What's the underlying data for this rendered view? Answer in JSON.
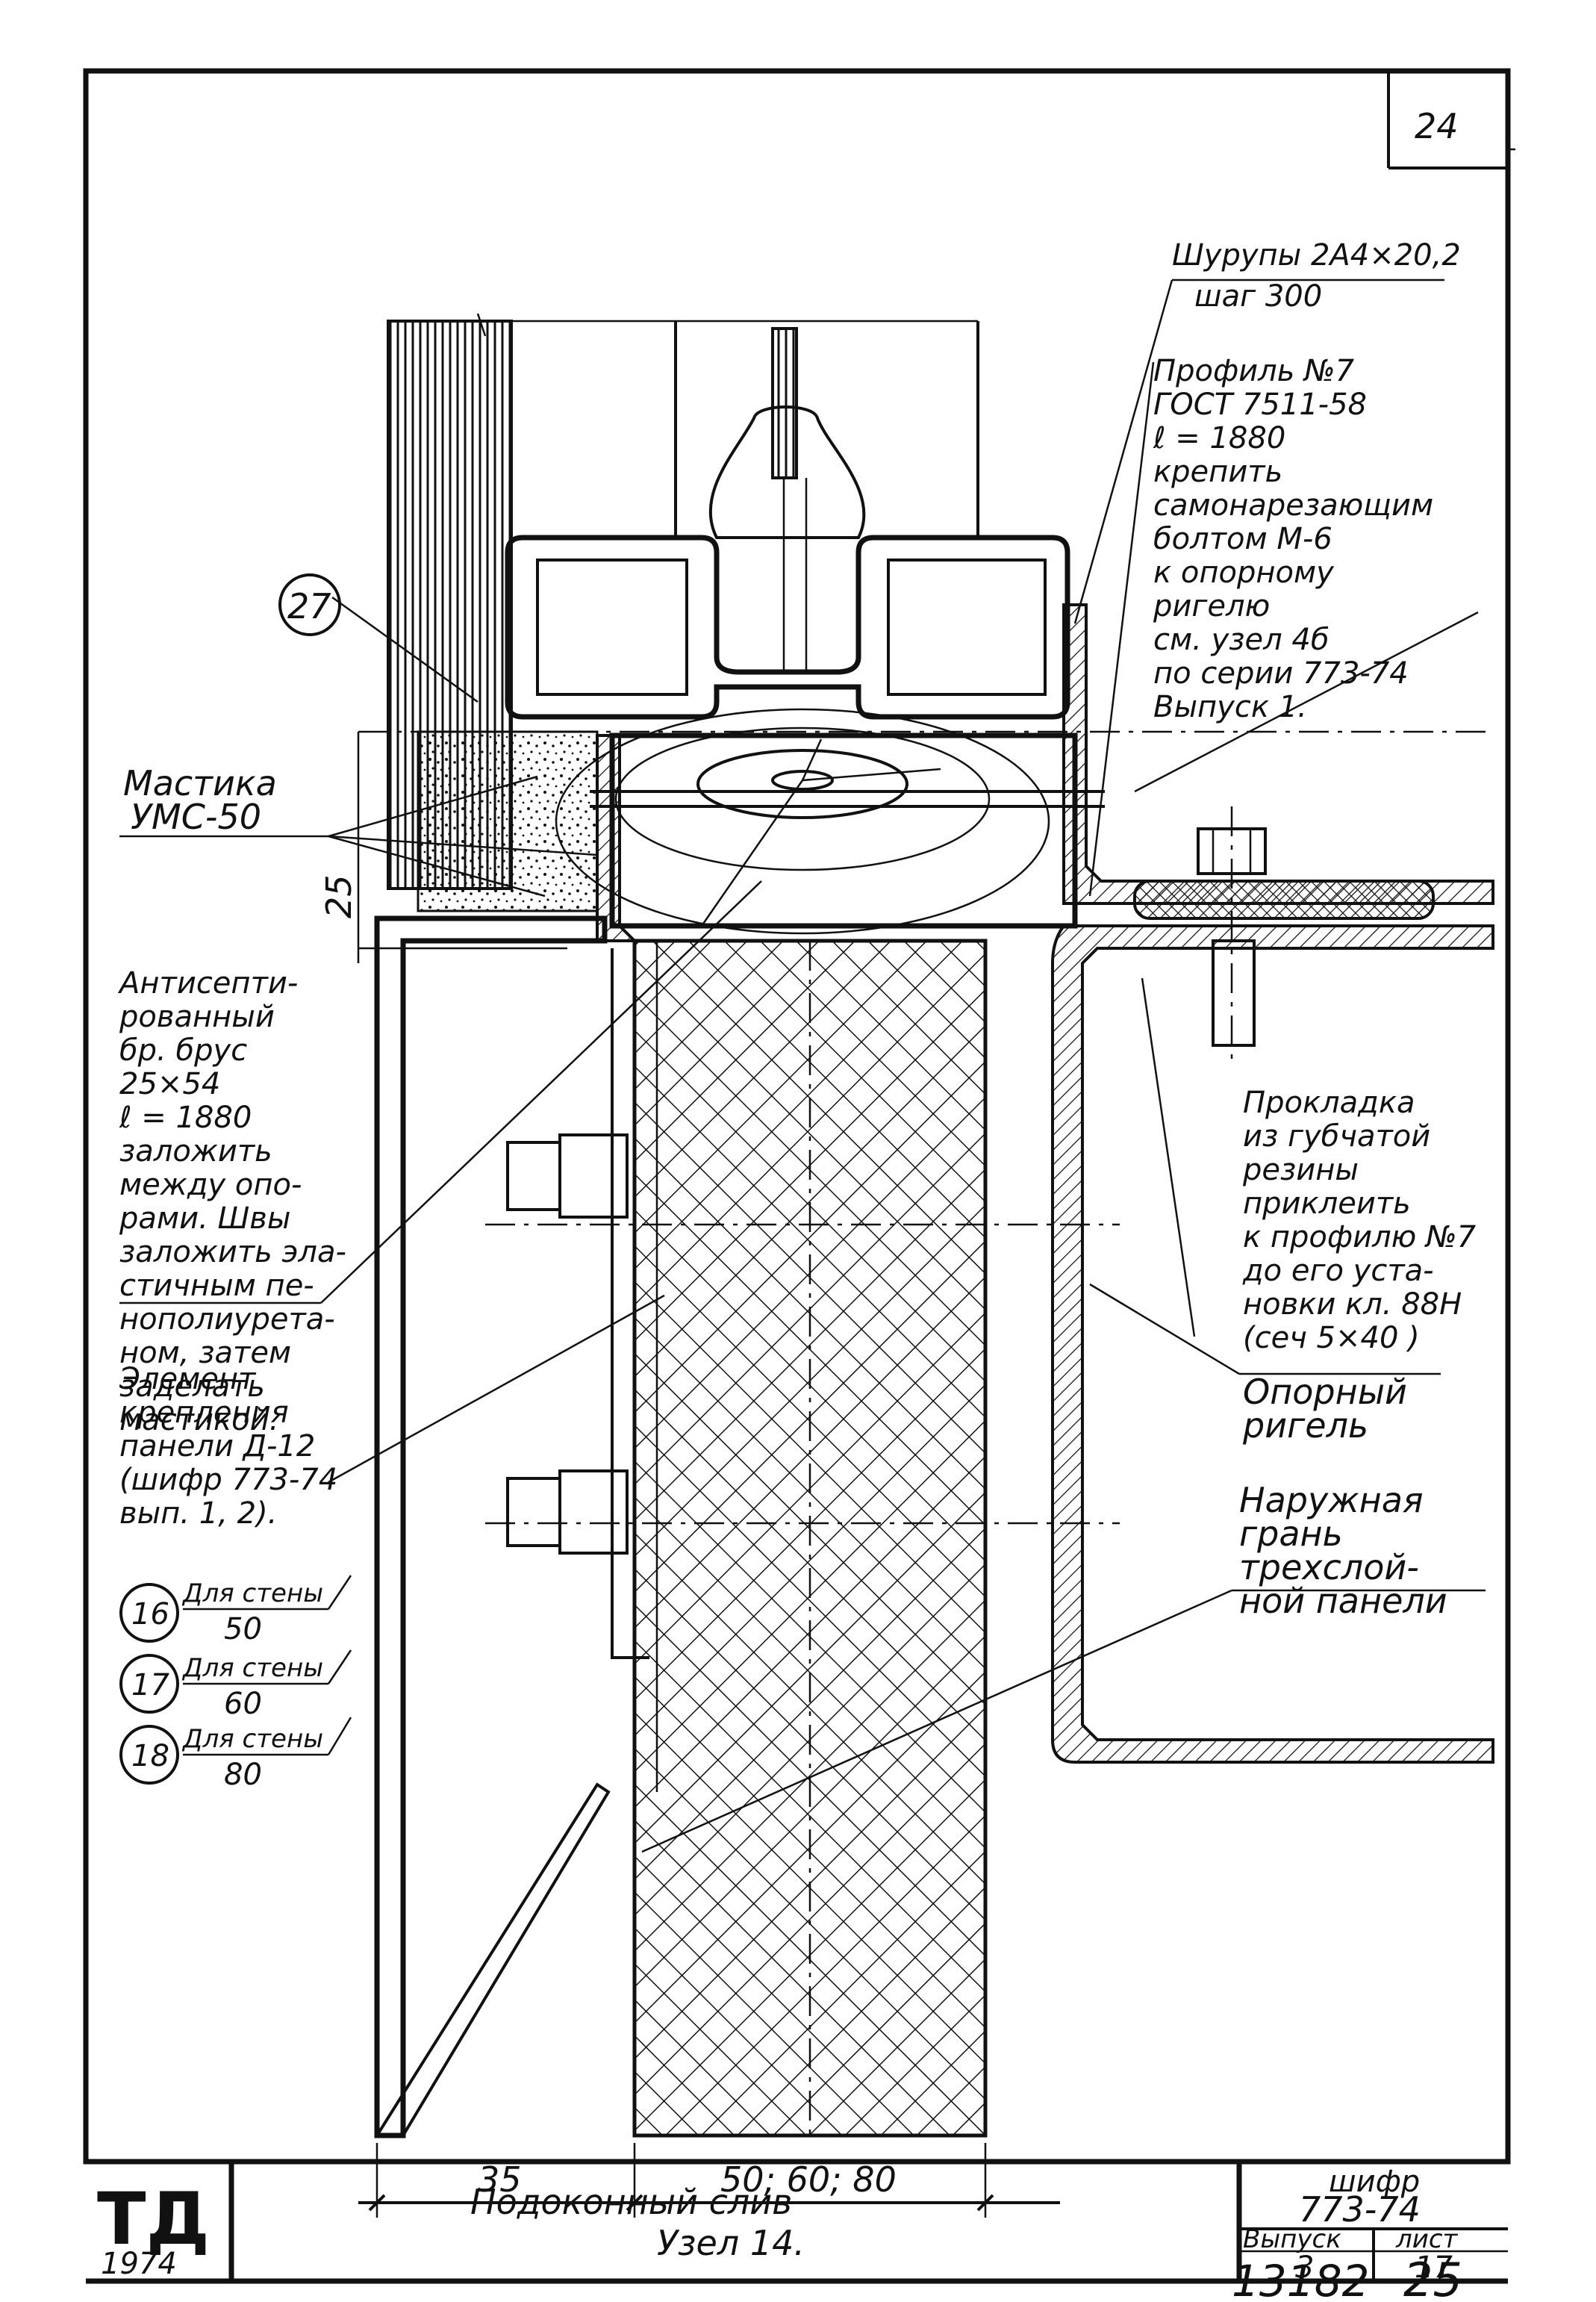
{
  "sheet": {
    "page_number": "24",
    "footer_number": "13182",
    "footer_page": "25"
  },
  "annotations": {
    "screws": [
      "Шурупы 2А4×20,2",
      "шаг 300"
    ],
    "profile": [
      "Профиль №7",
      "ГОСТ 7511-58",
      "ℓ = 1880",
      "крепить",
      "самонарезающим",
      "болтом М-6",
      "к опорному",
      "ригелю",
      "см. узел 4б",
      "по серии 773-74",
      "Выпуск 1."
    ],
    "mastic": [
      "Мастика",
      "УМС-50"
    ],
    "antiseptic": [
      "Антисепти-",
      "рованный",
      "бр. брус",
      "25×54",
      "ℓ = 1880",
      "заложить",
      "между опо-",
      "рами. Швы",
      "заложить эла-",
      "стичным пе-",
      "нополиурета-",
      "ном, затем",
      "заделать",
      "мастикой."
    ],
    "element": [
      "Элемент",
      "крепления",
      "панели Д-12",
      "(шифр 773-74",
      "вып. 1, 2)."
    ],
    "gasket": [
      "Прокладка",
      "из губчатой",
      "резины",
      "приклеить",
      "к профилю №7",
      "до его уста-",
      "новки кл. 88Н",
      "(сеч 5×40 )"
    ],
    "girder": [
      "Опорный",
      "ригель"
    ],
    "outer_face": [
      "Наружная",
      "грань",
      "трехслой-",
      "ной панели"
    ],
    "dim_25": "25",
    "dim_35": "35",
    "dim_panel": "50; 60; 80"
  },
  "callouts": [
    {
      "num": "27"
    },
    {
      "num": "16",
      "label": "Для стены",
      "value": "50"
    },
    {
      "num": "17",
      "label": "Для стены",
      "value": "60"
    },
    {
      "num": "18",
      "label": "Для стены",
      "value": "80"
    }
  ],
  "title_block": {
    "stamp": "ТД",
    "year": "1974",
    "title_line1": "Подоконный слив",
    "title_line2": "Узел 14.",
    "cipher_label": "шифр",
    "cipher_value": "773-74",
    "issue_label": "Выпуск",
    "issue_value": "3",
    "sheet_label": "лист",
    "sheet_value": "17"
  }
}
